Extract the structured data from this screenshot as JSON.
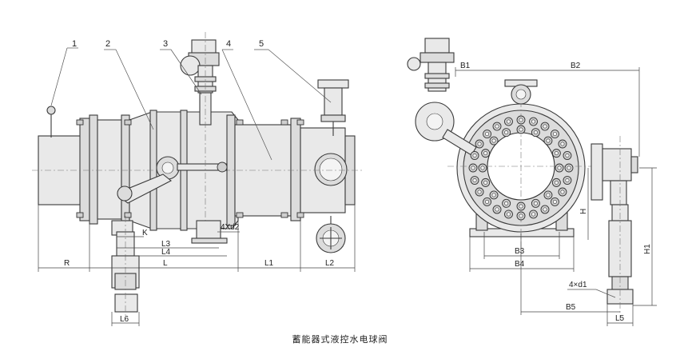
{
  "caption": "蓄能器式液控水电球阀",
  "part_numbers": [
    "1",
    "2",
    "3",
    "4",
    "5"
  ],
  "dimensions": {
    "R": "R",
    "L": "L",
    "L1": "L1",
    "L2": "L2",
    "L3": "L3",
    "L4": "L4",
    "L5": "L5",
    "L6": "L6",
    "K": "K",
    "H": "H",
    "H1": "H1",
    "B1": "B1",
    "B2": "B2",
    "B3": "B3",
    "B4": "B4",
    "B5": "B5",
    "d2": "4Xd2",
    "d1": "4×d1"
  }
}
